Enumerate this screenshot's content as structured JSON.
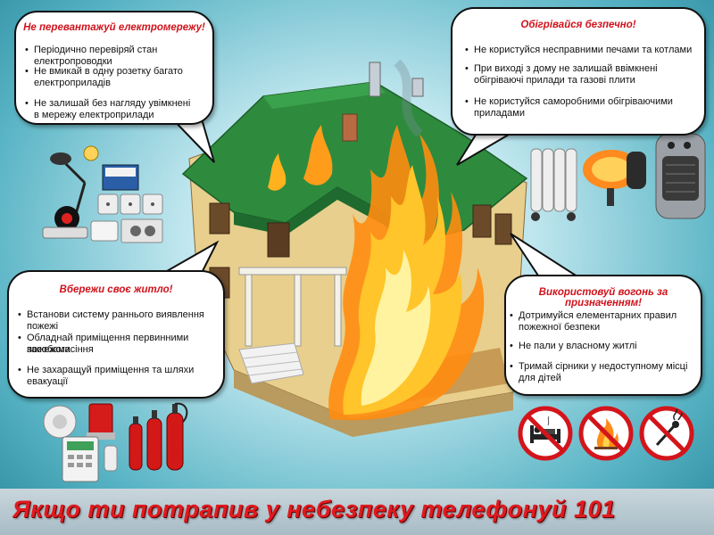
{
  "bubbles": {
    "top_left": {
      "title": "Не перевантажуй електромережу!",
      "items": [
        "Періодично перевіряй стан електропроводки",
        "Не вмикай в одну розетку багато",
        "електроприладів",
        "Не залишай без нагляду увімкнені",
        "в мережу електроприлади"
      ]
    },
    "top_right": {
      "title": "Обігрівайся безпечно!",
      "items": [
        "Не користуйся несправними печами та котлами",
        "При виході з дому не залишай ввімкнені",
        "обігріваючі прилади та газові плити",
        "Не користуйся саморобними обігріваючими",
        "приладами"
      ]
    },
    "bottom_left": {
      "title": "Вбережи своє житло!",
      "items": [
        "Встанови систему раннього виявлення пожежі",
        "Обладнай приміщення первинними засобами",
        "пожежогасіння",
        "Не захаращуй приміщення та шляхи евакуації"
      ]
    },
    "bottom_right": {
      "title": "Використовуй вогонь за призначенням!",
      "items": [
        "Дотримуйся елементарних правил",
        "пожежної безпеки",
        "Не пали у власному житлі",
        "Тримай сірники у недоступному місці",
        "для дітей"
      ]
    }
  },
  "footer": {
    "text": "Якщо ти потрапив у небезпеку телефонуй 101"
  },
  "colors": {
    "accent_red": "#d0121b",
    "roof_green": "#2e8b3e",
    "fire": "#ffb21e"
  },
  "icons": [
    "electrical-appliances-icon",
    "heaters-icon",
    "fire-safety-equipment-icon",
    "no-smoking-in-bed-icon",
    "no-open-fire-icon",
    "no-matches-icon"
  ]
}
